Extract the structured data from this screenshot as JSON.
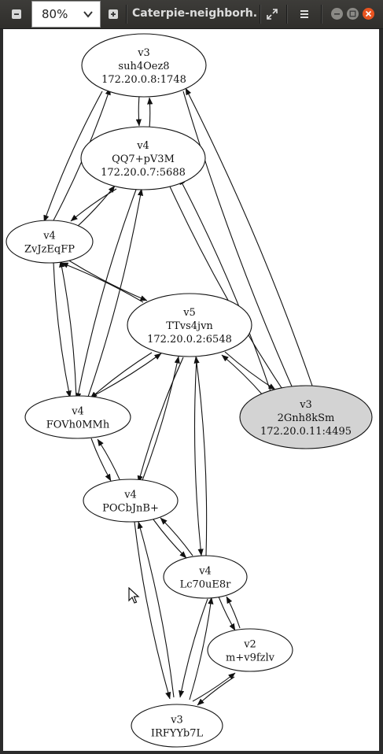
{
  "toolbar": {
    "zoom_value": "80%",
    "window_title": "Caterpie-neighborh..."
  },
  "icons": {
    "zoom_out": "minus-icon",
    "zoom_dropdown": "chevron-down-icon",
    "zoom_in": "plus-icon",
    "fit": "expand-icon",
    "menu": "hamburger-menu-icon",
    "minimize": "minimize-icon",
    "maximize": "maximize-icon",
    "close": "close-icon",
    "cursor": "mouse-pointer-icon"
  },
  "colors": {
    "close": "#e95420",
    "node_highlight": "#d3d3d3",
    "node_default": "#ffffff"
  },
  "graph": {
    "nodes": [
      {
        "id": "suh4Oez8",
        "lines": [
          "v3",
          "suh4Oez8",
          "172.20.0.8:1748"
        ],
        "highlighted": false
      },
      {
        "id": "QQ7",
        "lines": [
          "v4",
          "QQ7+pV3M",
          "172.20.0.7:5688"
        ],
        "highlighted": false
      },
      {
        "id": "ZvJzEqFP",
        "lines": [
          "v4",
          "ZvJzEqFP"
        ],
        "highlighted": false
      },
      {
        "id": "TTvs4jvn",
        "lines": [
          "v5",
          "TTvs4jvn",
          "172.20.0.2:6548"
        ],
        "highlighted": false
      },
      {
        "id": "2Gnh8kSm",
        "lines": [
          "v3",
          "2Gnh8kSm",
          "172.20.0.11:4495"
        ],
        "highlighted": true
      },
      {
        "id": "FOVh0MMh",
        "lines": [
          "v4",
          "FOVh0MMh"
        ],
        "highlighted": false
      },
      {
        "id": "POCbJnB",
        "lines": [
          "v4",
          "POCbJnB+"
        ],
        "highlighted": false
      },
      {
        "id": "Lc70uE8r",
        "lines": [
          "v4",
          "Lc70uE8r"
        ],
        "highlighted": false
      },
      {
        "id": "m9fzlv",
        "lines": [
          "v2",
          "m+v9fzlv"
        ],
        "highlighted": false
      },
      {
        "id": "IRFYYb7L",
        "lines": [
          "v3",
          "IRFYYb7L"
        ],
        "highlighted": false
      }
    ]
  }
}
